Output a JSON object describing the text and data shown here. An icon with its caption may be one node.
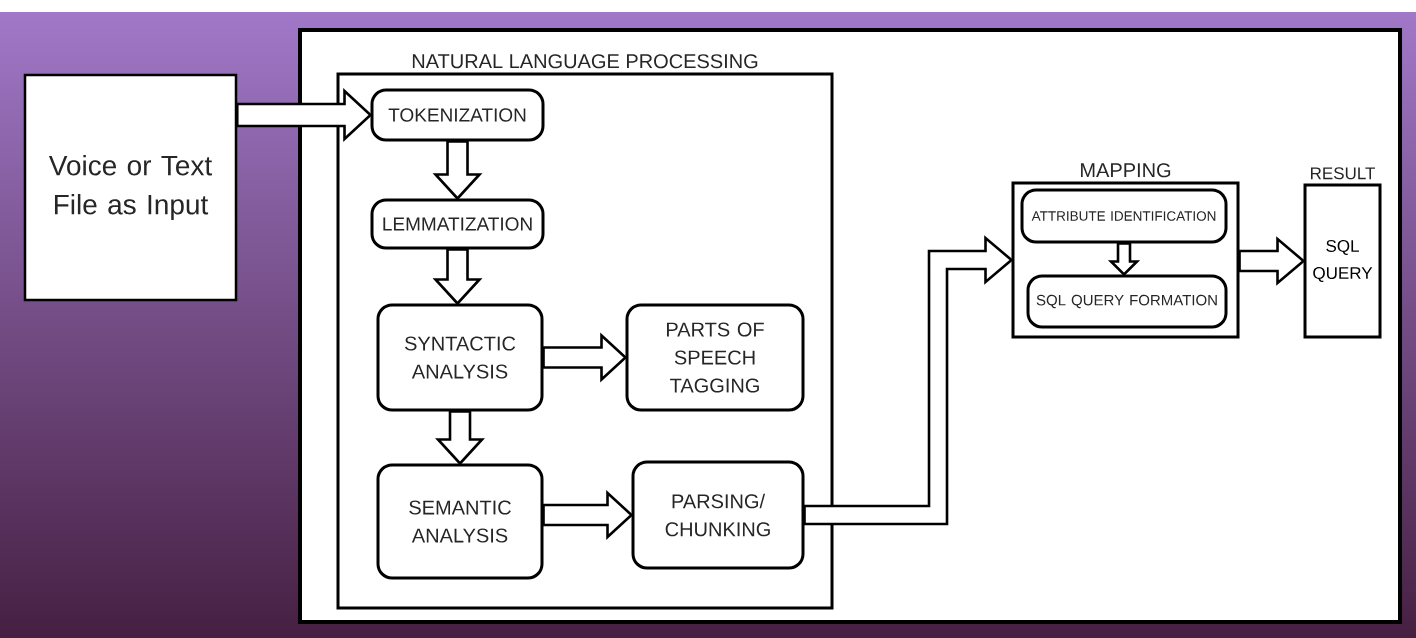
{
  "diagram": {
    "nodes": [
      {
        "text": [],
        "shape": "box"
      },
      {
        "text": [
          "Voice or Text File as Input"
        ]
      },
      {
        "text": [
          "NATURAL LANGUAGE PROCESSING"
        ],
        "in": 0
      },
      {
        "text": [
          "TOKENIZATION"
        ],
        "in": 2
      },
      {
        "text": [
          "LEMMATIZATION"
        ],
        "in": 2
      },
      {
        "text": [
          "SYNTACTIC ANALYSIS"
        ],
        "in": 2
      },
      {
        "text": [
          "PARTS OF SPEECH TAGGING"
        ],
        "in": 2
      },
      {
        "text": [
          "SEMANTIC ANALYSIS"
        ],
        "in": 2
      },
      {
        "text": [
          "PARSING/ CHUNKING"
        ],
        "in": 2
      },
      {
        "text": [
          "MAPPING"
        ],
        "in": 0
      },
      {
        "text": [
          "ATTRIBUTE IDENTIFICATION"
        ],
        "in": 9
      },
      {
        "text": [
          "SQL QUERY FORMATION"
        ],
        "in": 9
      },
      {
        "text": [
          "RESULT",
          "SQL QUERY"
        ],
        "in": 0
      }
    ],
    "edges": [
      {
        "from": 1,
        "to": 3,
        "arrow": "to"
      },
      {
        "from": 3,
        "to": 4,
        "arrow": "to"
      },
      {
        "from": 4,
        "to": 5,
        "arrow": "to"
      },
      {
        "from": 5,
        "to": 6,
        "arrow": "to"
      },
      {
        "from": 5,
        "to": 7,
        "arrow": "to"
      },
      {
        "from": 7,
        "to": 8,
        "arrow": "to"
      },
      {
        "from": 8,
        "to": 9,
        "arrow": "to"
      },
      {
        "from": 10,
        "to": 11,
        "arrow": "to"
      },
      {
        "from": 9,
        "to": 12,
        "arrow": "to"
      }
    ]
  }
}
